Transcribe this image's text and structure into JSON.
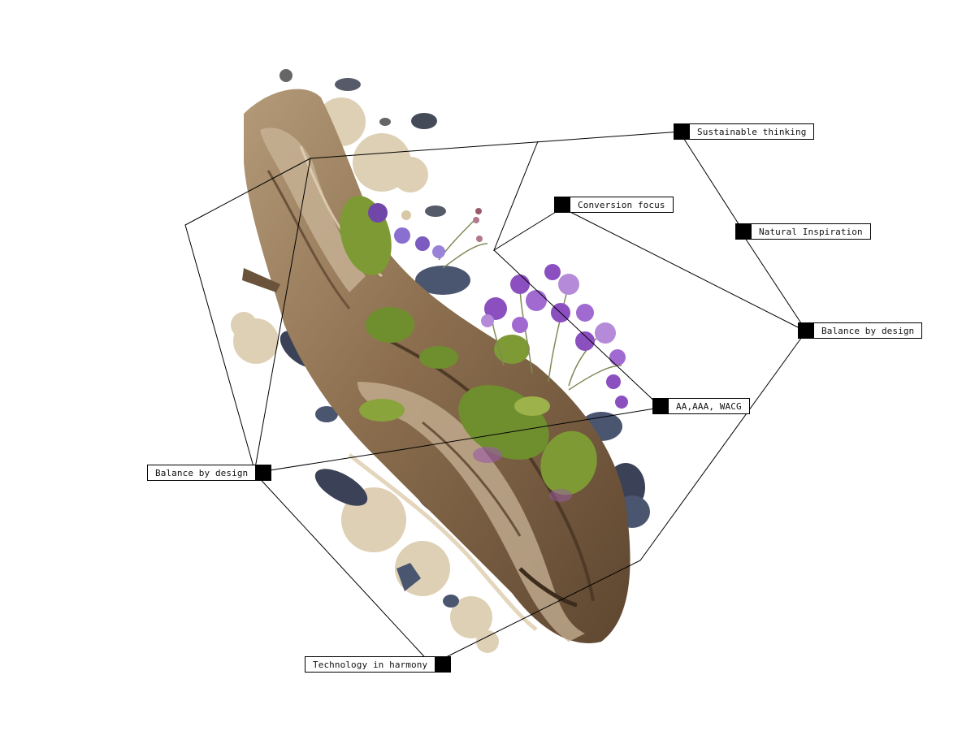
{
  "diagram": {
    "nodes": [
      {
        "id": "sustainable",
        "label": "Sustainable thinking"
      },
      {
        "id": "conversion",
        "label": "Conversion focus"
      },
      {
        "id": "natural",
        "label": "Natural Inspiration"
      },
      {
        "id": "balance_right",
        "label": "Balance by design"
      },
      {
        "id": "accessibility",
        "label": "AA,AAA, WACG"
      },
      {
        "id": "balance_left",
        "label": "Balance by design"
      },
      {
        "id": "technology",
        "label": "Technology in harmony"
      }
    ],
    "edges": [
      [
        "sustainable",
        "natural"
      ],
      [
        "natural",
        "balance_right"
      ],
      [
        "conversion",
        "balance_right"
      ],
      [
        "balance_right",
        "technology"
      ],
      [
        "balance_left",
        "technology"
      ],
      [
        "balance_left",
        "accessibility"
      ],
      [
        "balance_left",
        "sustainable"
      ],
      [
        "conversion",
        "accessibility"
      ]
    ]
  },
  "illustration": {
    "subject": "driftwood-with-moss-and-flowers",
    "colors": {
      "wood_dark": "#5e4630",
      "wood_mid": "#8b6e4e",
      "wood_light": "#c8b396",
      "moss": "#6f8f2e",
      "moss_light": "#9db24a",
      "flower": "#8b4fc0",
      "flower_light": "#b58ad8",
      "stone": "#3b4257",
      "lichen": "#d9c8a8"
    }
  },
  "style": {
    "line_color": "#000000",
    "box_fill": "#ffffff",
    "marker_fill": "#000000"
  }
}
